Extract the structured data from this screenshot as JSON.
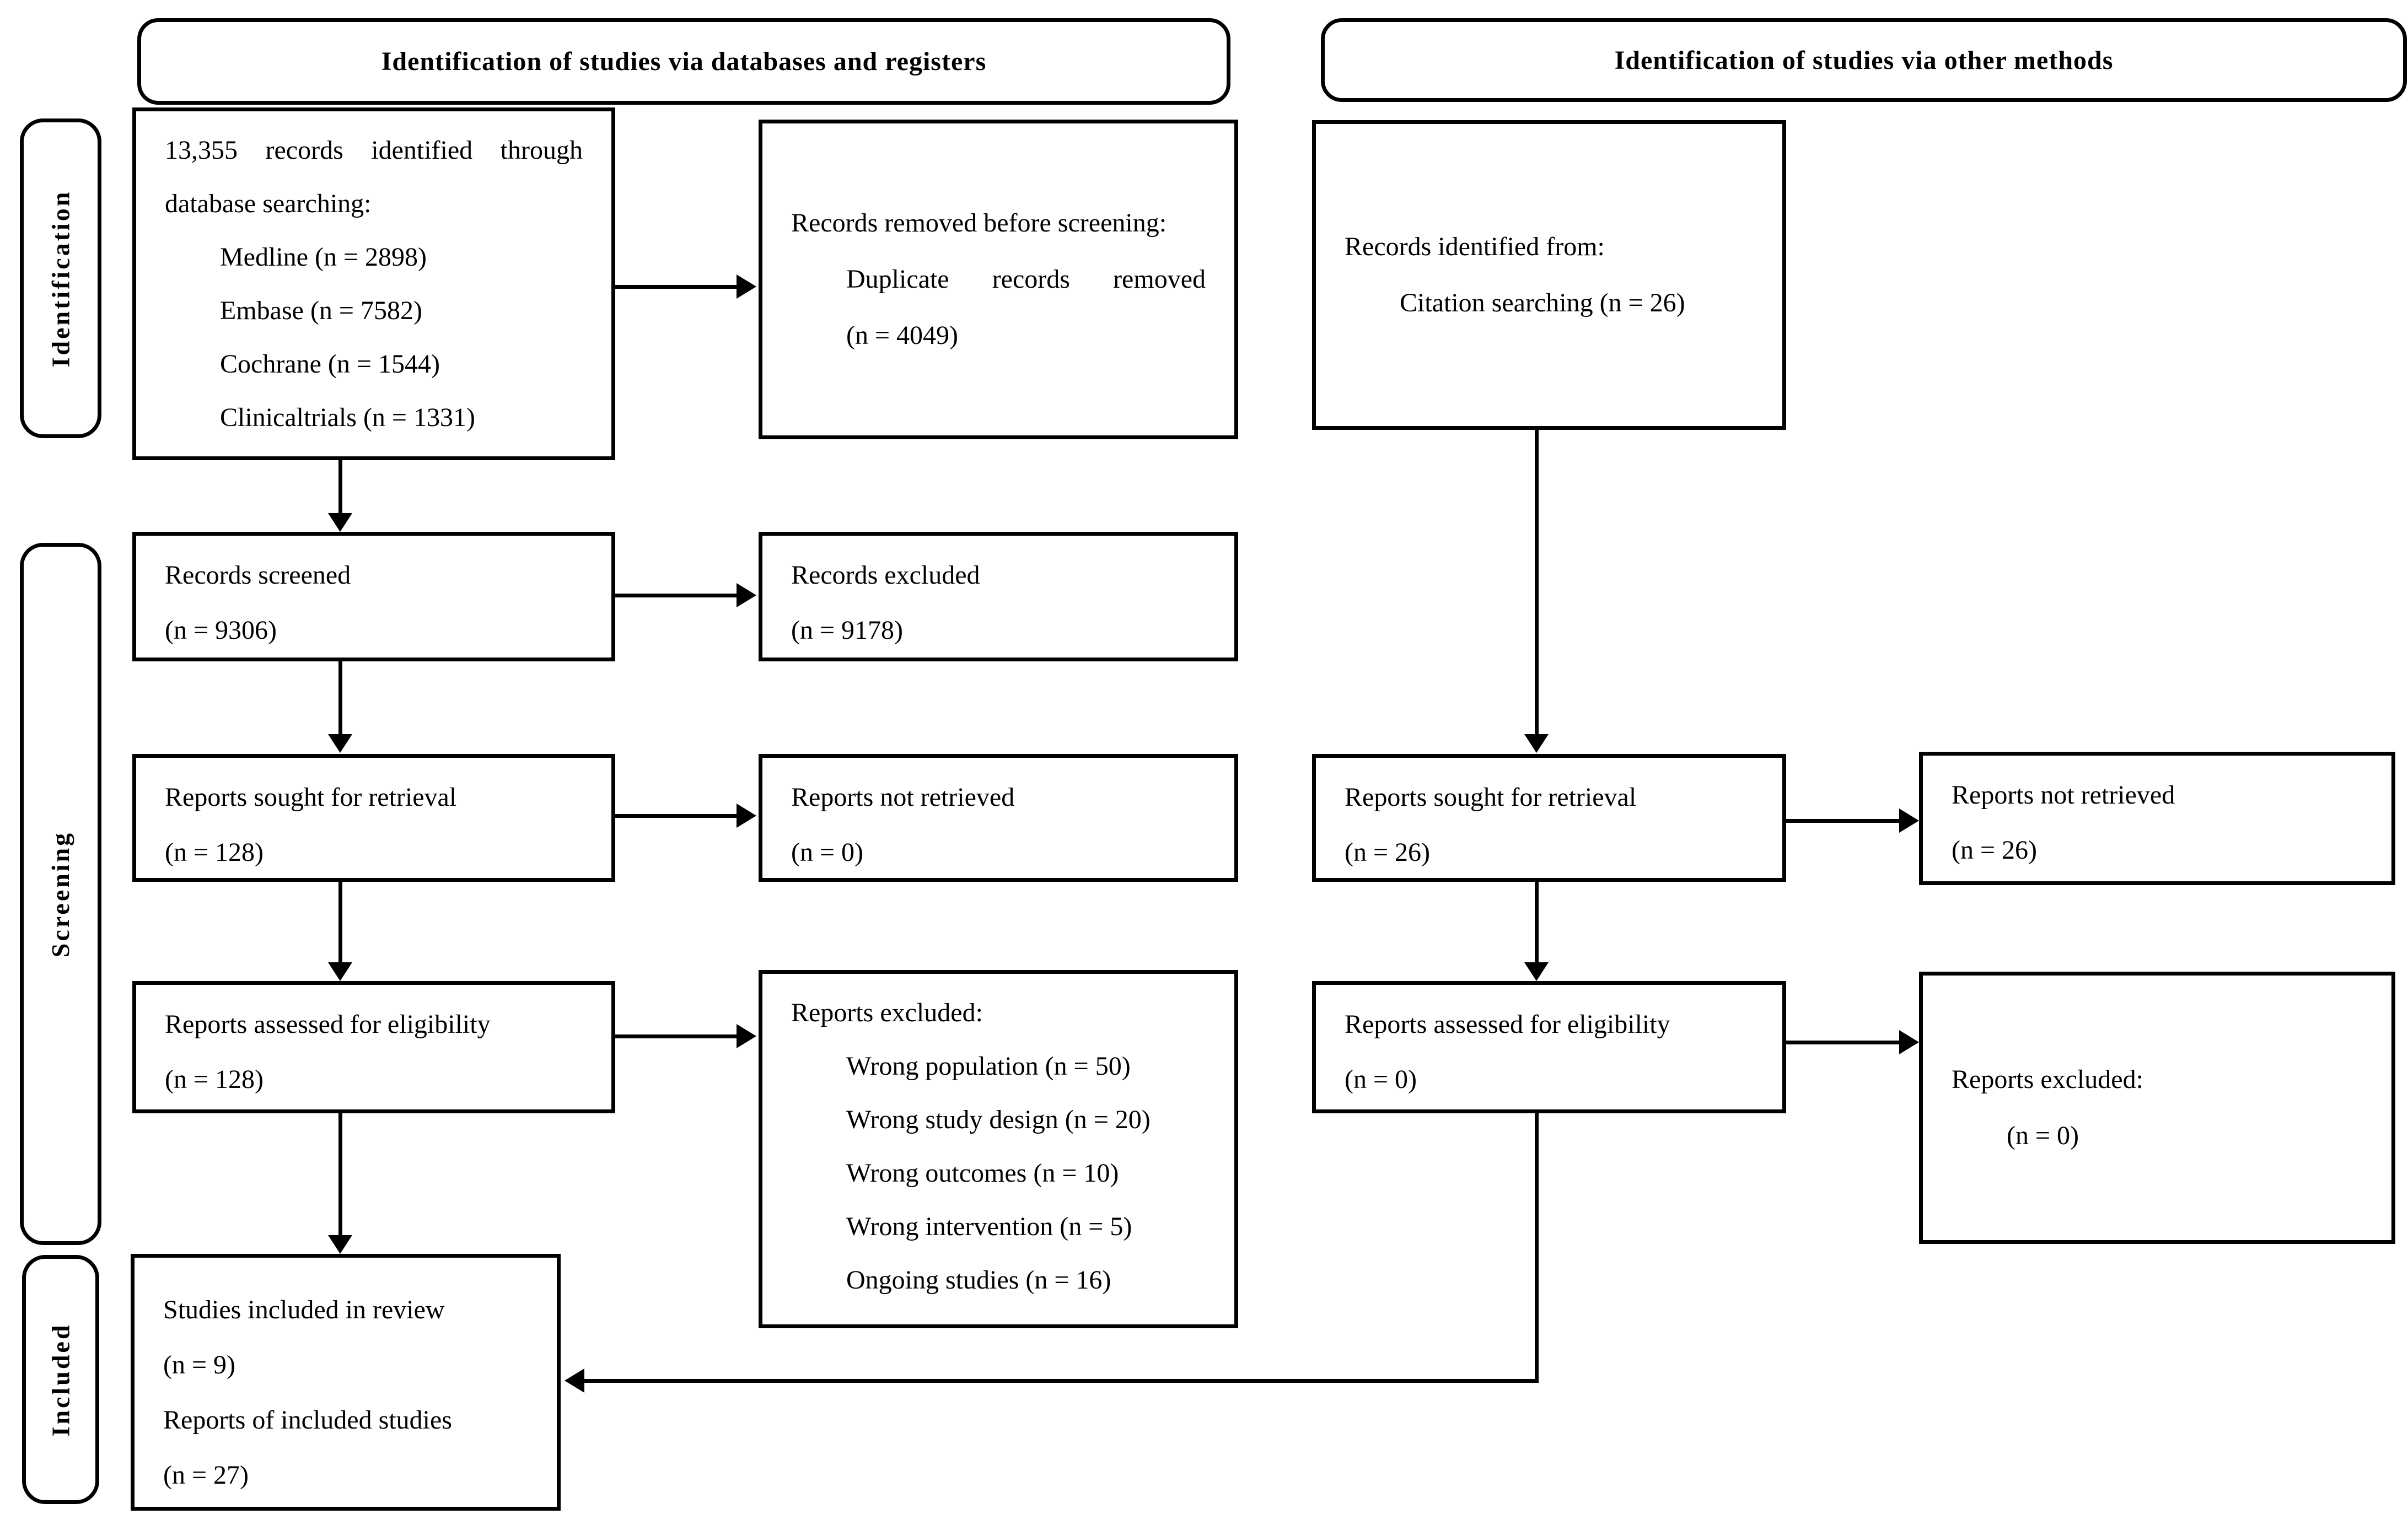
{
  "colors": {
    "ink": "#000000",
    "paper": "#ffffff"
  },
  "headers": {
    "databases": "Identification of studies via databases and registers",
    "other": "Identification of studies via other methods"
  },
  "side_labels": {
    "identification": "Identification",
    "screening": "Screening",
    "included": "Included"
  },
  "boxes": {
    "records_identified": {
      "lines": [
        "13,355 records identified through",
        "database searching:",
        "Medline (n = 2898)",
        "Embase (n = 7582)",
        "Cochrane (n = 1544)",
        "Clinicaltrials (n = 1331)"
      ]
    },
    "records_removed": {
      "lines": [
        "Records removed before screening:",
        "Duplicate records removed",
        "(n = 4049)"
      ]
    },
    "records_other": {
      "lines": [
        "Records identified from:",
        "Citation searching (n = 26)"
      ]
    },
    "records_screened": {
      "lines": [
        "Records screened",
        "(n = 9306)"
      ]
    },
    "records_excluded": {
      "lines": [
        "Records excluded",
        "(n = 9178)"
      ]
    },
    "reports_sought_db": {
      "lines": [
        "Reports sought for retrieval",
        "(n = 128)"
      ]
    },
    "reports_not_retrieved_db": {
      "lines": [
        "Reports not retrieved",
        "(n = 0)"
      ]
    },
    "reports_sought_other": {
      "lines": [
        "Reports sought for retrieval",
        "(n = 26)"
      ]
    },
    "reports_not_retrieved_other": {
      "lines": [
        "Reports not retrieved",
        "(n = 26)"
      ]
    },
    "reports_assessed_db": {
      "lines": [
        "Reports assessed for eligibility",
        "(n = 128)"
      ]
    },
    "reports_excluded_db": {
      "lines": [
        "Reports excluded:",
        "Wrong population (n = 50)",
        "Wrong study design (n = 20)",
        "Wrong outcomes (n = 10)",
        "Wrong intervention (n = 5)",
        "Ongoing studies (n = 16)"
      ]
    },
    "reports_assessed_other": {
      "lines": [
        "Reports assessed for eligibility",
        "(n = 0)"
      ]
    },
    "reports_excluded_other": {
      "lines": [
        "Reports excluded:",
        "(n = 0)"
      ]
    },
    "included_studies": {
      "lines": [
        "Studies included in review",
        "(n = 9)",
        "Reports of included studies",
        "(n = 27)"
      ]
    }
  }
}
